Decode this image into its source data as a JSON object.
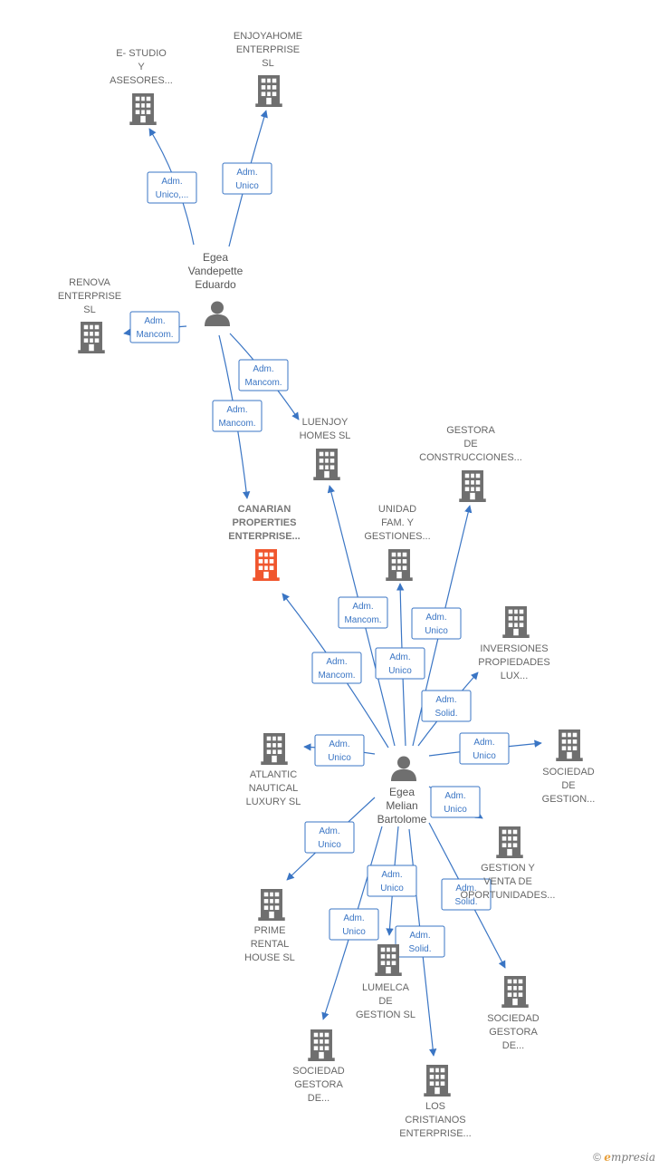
{
  "colors": {
    "edge": "#3a75c4",
    "company": "#6f6f6f",
    "highlight": "#f0562e",
    "person": "#6f6f6f"
  },
  "people": [
    {
      "id": "p1",
      "label": [
        "Egea",
        "Vandepette",
        "Eduardo"
      ]
    },
    {
      "id": "p2",
      "label": [
        "Egea",
        "Melian",
        "Bartolome"
      ]
    }
  ],
  "companies": [
    {
      "id": "c_estudio",
      "label": [
        "E- STUDIO",
        "Y",
        "ASESORES..."
      ]
    },
    {
      "id": "c_enjoy",
      "label": [
        "ENJOYAHOME",
        "ENTERPRISE",
        "SL"
      ]
    },
    {
      "id": "c_renova",
      "label": [
        "RENOVA",
        "ENTERPRISE",
        "SL"
      ]
    },
    {
      "id": "c_luenjoy",
      "label": [
        "LUENJOY",
        "HOMES  SL"
      ]
    },
    {
      "id": "c_gestora",
      "label": [
        "GESTORA",
        "DE",
        "CONSTRUCCIONES..."
      ]
    },
    {
      "id": "c_canarian",
      "label": [
        "CANARIAN",
        "PROPERTIES",
        "ENTERPRISE..."
      ],
      "highlight": true
    },
    {
      "id": "c_unidad",
      "label": [
        "UNIDAD",
        "FAM.  Y",
        "GESTIONES..."
      ]
    },
    {
      "id": "c_inversiones",
      "label": [
        "INVERSIONES",
        "PROPIEDADES",
        "LUX..."
      ]
    },
    {
      "id": "c_atlantic",
      "label": [
        "ATLANTIC",
        "NAUTICAL",
        "LUXURY  SL"
      ]
    },
    {
      "id": "c_sociedad1",
      "label": [
        "SOCIEDAD",
        "DE",
        "GESTION..."
      ]
    },
    {
      "id": "c_gestionventa",
      "label": [
        "GESTION Y",
        "VENTA DE",
        "OPORTUNIDADES..."
      ]
    },
    {
      "id": "c_prime",
      "label": [
        "PRIME",
        "RENTAL",
        "HOUSE  SL"
      ]
    },
    {
      "id": "c_lumelca",
      "label": [
        "LUMELCA",
        "DE",
        "GESTION  SL"
      ]
    },
    {
      "id": "c_sociedad2",
      "label": [
        "SOCIEDAD",
        "GESTORA",
        "DE..."
      ]
    },
    {
      "id": "c_sociedad3",
      "label": [
        "SOCIEDAD",
        "GESTORA",
        "DE..."
      ]
    },
    {
      "id": "c_loscristianos",
      "label": [
        "LOS",
        "CRISTIANOS",
        "ENTERPRISE..."
      ]
    }
  ],
  "edges": [
    {
      "from": "p1",
      "to": "c_estudio",
      "label": [
        "Adm.",
        "Unico,..."
      ]
    },
    {
      "from": "p1",
      "to": "c_enjoy",
      "label": [
        "Adm.",
        "Unico"
      ]
    },
    {
      "from": "p1",
      "to": "c_renova",
      "label": [
        "Adm.",
        "Mancom."
      ]
    },
    {
      "from": "p1",
      "to": "c_luenjoy",
      "label": [
        "Adm.",
        "Mancom."
      ]
    },
    {
      "from": "p1",
      "to": "c_canarian",
      "label": [
        "Adm.",
        "Mancom."
      ]
    },
    {
      "from": "p2",
      "to": "c_canarian",
      "label": [
        "Adm.",
        "Mancom."
      ]
    },
    {
      "from": "p2",
      "to": "c_luenjoy",
      "label": [
        "Adm.",
        "Mancom."
      ]
    },
    {
      "from": "p2",
      "to": "c_unidad",
      "label": [
        "Adm.",
        "Unico"
      ]
    },
    {
      "from": "p2",
      "to": "c_gestora",
      "label": [
        "Adm.",
        "Unico"
      ]
    },
    {
      "from": "p2",
      "to": "c_inversiones",
      "label": [
        "Adm.",
        "Solid."
      ]
    },
    {
      "from": "p2",
      "to": "c_atlantic",
      "label": [
        "Adm.",
        "Unico"
      ]
    },
    {
      "from": "p2",
      "to": "c_sociedad1",
      "label": [
        "Adm.",
        "Unico"
      ]
    },
    {
      "from": "p2",
      "to": "c_gestionventa",
      "label": [
        "Adm.",
        "Unico"
      ]
    },
    {
      "from": "p2",
      "to": "c_prime",
      "label": [
        "Adm.",
        "Unico"
      ]
    },
    {
      "from": "p2",
      "to": "c_lumelca",
      "label": [
        "Adm.",
        "Unico"
      ]
    },
    {
      "from": "p2",
      "to": "c_sociedad3",
      "label": [
        "Adm.",
        "Solid."
      ]
    },
    {
      "from": "p2",
      "to": "c_sociedad2",
      "label": [
        "Adm.",
        "Unico"
      ]
    },
    {
      "from": "p2",
      "to": "c_loscristianos",
      "label": [
        "Adm.",
        "Solid."
      ]
    }
  ],
  "footer": {
    "copyright": "©",
    "brand_initial": "e",
    "brand_rest": "mpresia"
  }
}
